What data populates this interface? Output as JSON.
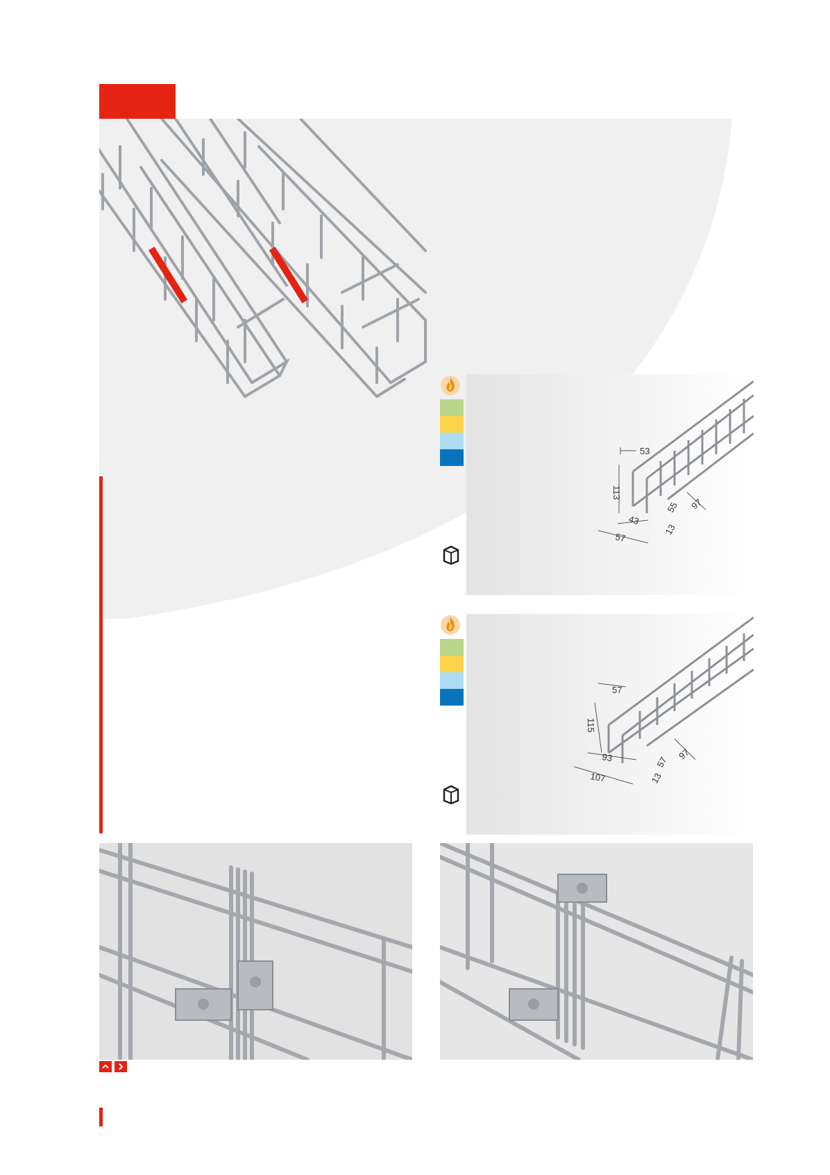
{
  "colors": {
    "accent": "#e42313",
    "hero_bg": "#f0f0f1",
    "wire": "#a6aaaf",
    "wire_dark": "#7c8086",
    "env_green": "#b9d68a",
    "env_yellow": "#fbd24c",
    "env_lightblue": "#aedcf2",
    "env_blue": "#0a73bd"
  },
  "icons": {
    "flame": "flame-icon",
    "package": "package-icon",
    "prev": "chevron-up-icon",
    "next": "chevron-right-icon"
  },
  "products": [
    {
      "dimensions": {
        "top_width": "53",
        "height": "113",
        "inner_width": "43",
        "outer_width": "57",
        "step": "55",
        "length": "97",
        "base": "13"
      },
      "environment_bars": [
        "env_green",
        "env_yellow",
        "env_lightblue",
        "env_blue"
      ]
    },
    {
      "dimensions": {
        "top_width": "57",
        "height": "115",
        "inner_width": "93",
        "outer_width": "107",
        "step": "57",
        "length": "97",
        "base": "13"
      },
      "environment_bars": [
        "env_green",
        "env_yellow",
        "env_lightblue",
        "env_blue"
      ]
    }
  ]
}
